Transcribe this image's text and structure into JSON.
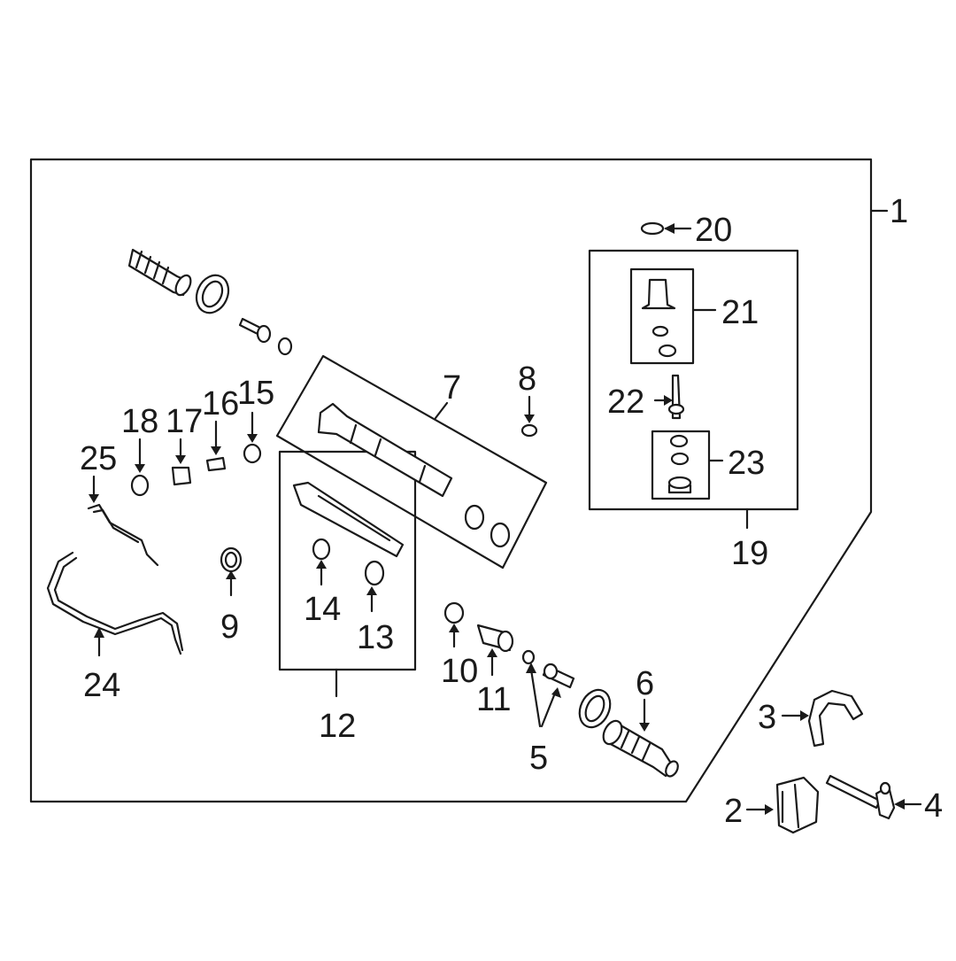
{
  "diagram": {
    "callouts": [
      {
        "id": "c1",
        "label": "1"
      },
      {
        "id": "c2",
        "label": "2"
      },
      {
        "id": "c3",
        "label": "3"
      },
      {
        "id": "c4",
        "label": "4"
      },
      {
        "id": "c5",
        "label": "5"
      },
      {
        "id": "c6",
        "label": "6"
      },
      {
        "id": "c7",
        "label": "7"
      },
      {
        "id": "c8",
        "label": "8"
      },
      {
        "id": "c9",
        "label": "9"
      },
      {
        "id": "c10",
        "label": "10"
      },
      {
        "id": "c11",
        "label": "11"
      },
      {
        "id": "c12",
        "label": "12"
      },
      {
        "id": "c13",
        "label": "13"
      },
      {
        "id": "c14",
        "label": "14"
      },
      {
        "id": "c15",
        "label": "15"
      },
      {
        "id": "c16",
        "label": "16"
      },
      {
        "id": "c17",
        "label": "17"
      },
      {
        "id": "c18",
        "label": "18"
      },
      {
        "id": "c19",
        "label": "19"
      },
      {
        "id": "c20",
        "label": "20"
      },
      {
        "id": "c21",
        "label": "21"
      },
      {
        "id": "c22",
        "label": "22"
      },
      {
        "id": "c23",
        "label": "23"
      },
      {
        "id": "c24",
        "label": "24"
      },
      {
        "id": "c25",
        "label": "25"
      }
    ]
  }
}
